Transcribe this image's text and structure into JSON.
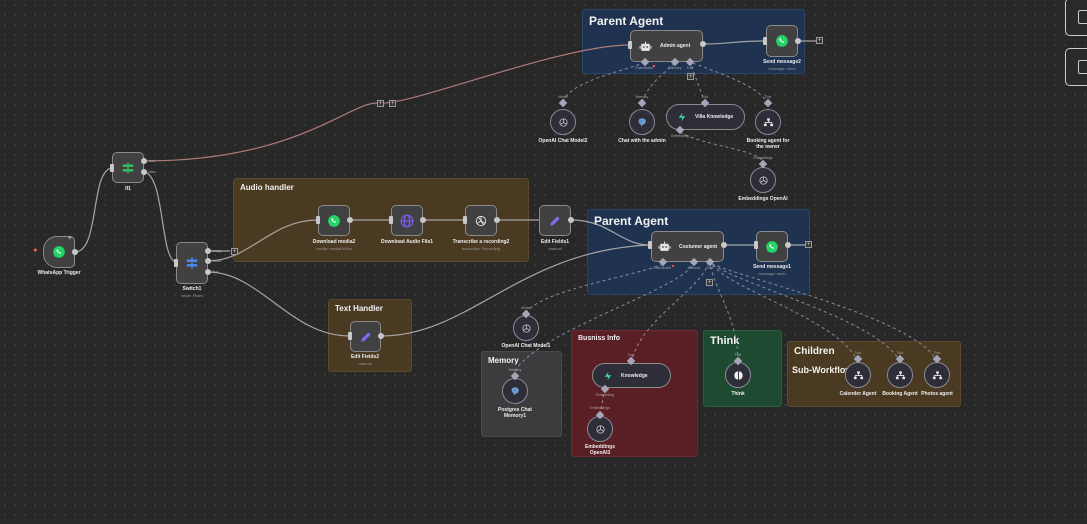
{
  "canvas": {
    "background": "#282828"
  },
  "stickies": {
    "parent_agent_top": {
      "title": "Parent Agent",
      "color": "#1f3350"
    },
    "audio_handler": {
      "title": "Audio handler",
      "color": "#4a3a22"
    },
    "parent_agent_bottom": {
      "title": "Parent Agent",
      "color": "#1f3350"
    },
    "text_handler": {
      "title": "Text Handler",
      "color": "#4a3a22"
    },
    "memory": {
      "title": "Memory",
      "color": "#3c3c3e"
    },
    "business_info": {
      "title": "Busniss Info",
      "color": "#5a1f25"
    },
    "think": {
      "title": "Think",
      "color": "#1f4a32"
    },
    "children": {
      "title": "Children",
      "subtitle": "Sub-Workflows",
      "color": "#4a3a22"
    }
  },
  "nodes": {
    "whatsapp_trigger": {
      "label": "WhatsApp Trigger",
      "icon": "whatsapp-icon"
    },
    "if1": {
      "label": "If1",
      "icon": "if-icon",
      "outputs": [
        "true",
        "false"
      ]
    },
    "switch1": {
      "label": "Switch1",
      "subtitle": "mode: Rules",
      "icon": "switch-icon",
      "outputs": [
        "Image",
        "Audio",
        "Text"
      ]
    },
    "download_media2": {
      "label": "Download media2",
      "subtitle": "media: mediaUrlGet",
      "icon": "whatsapp-icon"
    },
    "download_audio_file1": {
      "label": "Download Audio File1",
      "icon": "globe-icon"
    },
    "transcribe_recording2": {
      "label": "Transcribe a recording2",
      "subtitle": "transcribe: Recording",
      "icon": "openai-icon"
    },
    "edit_fields1": {
      "label": "Edit Fields1",
      "subtitle": "manual",
      "icon": "pencil-icon"
    },
    "edit_fields2": {
      "label": "Edit Fields2",
      "subtitle": "manual",
      "icon": "pencil-icon"
    },
    "admin_agent": {
      "label": "Admin agent",
      "icon": "robot-icon",
      "ports": [
        "Chat Model",
        "Memory",
        "Tool"
      ]
    },
    "send_message2": {
      "label": "Send message2",
      "subtitle": "message: send",
      "icon": "whatsapp-icon"
    },
    "openai_chat_model2": {
      "label": "OpenAI Chat Model2",
      "port": "Model",
      "icon": "openai-icon"
    },
    "chat_with_admin": {
      "label": "Chat with the admin",
      "port": "Memory",
      "icon": "postgres-icon"
    },
    "villa_knowledge": {
      "label": "Villa Knowledge",
      "port": "Tool",
      "bottom_port": "Embedding",
      "icon": "supabase-icon"
    },
    "booking_agent_owner": {
      "label": "Booking agent for the owner",
      "port": "Tool",
      "icon": "workflow-icon"
    },
    "embeddings_openai": {
      "label": "Embeddings OpenAI",
      "port": "Embeddings",
      "icon": "openai-icon"
    },
    "costumer_agent": {
      "label": "Costumer agent",
      "icon": "robot-icon",
      "ports": [
        "Chat Model",
        "Memory",
        "Tool"
      ]
    },
    "send_message1": {
      "label": "Send message1",
      "subtitle": "message: send",
      "icon": "whatsapp-icon"
    },
    "openai_chat_model1": {
      "label": "OpenAI Chat Model1",
      "port": "Model",
      "icon": "openai-icon"
    },
    "postgres_chat_memory1": {
      "label": "Postgres Chat Memory1",
      "port": "Memory",
      "icon": "postgres-icon"
    },
    "knowledge": {
      "label": "Knowledge",
      "port": "Tool",
      "bottom_port": "Embedding",
      "icon": "supabase-icon"
    },
    "embeddings_openai3": {
      "label": "Embeddings OpenAI3",
      "port": "Embeddings",
      "icon": "openai-icon"
    },
    "think": {
      "label": "Think",
      "port": "Tool",
      "icon": "think-icon"
    },
    "calendar_agent": {
      "label": "Calender Agent",
      "port": "Tool",
      "icon": "workflow-icon"
    },
    "booking_agent": {
      "label": "Booking Agent",
      "port": "Tool",
      "icon": "workflow-icon"
    },
    "photos_agent": {
      "label": "Photos agent",
      "port": "Tool",
      "icon": "workflow-icon"
    }
  },
  "colors": {
    "whatsapp": "#25d366",
    "if_green": "#35c063",
    "switch_blue": "#4e8ef7",
    "pencil_purple": "#7b6ff0",
    "globe_purple": "#7c5cf2",
    "supabase_green": "#3ecf8e",
    "edge": "#a5a5a5",
    "edge_true": "#b07a7a",
    "required_red": "#ff4d4d"
  }
}
